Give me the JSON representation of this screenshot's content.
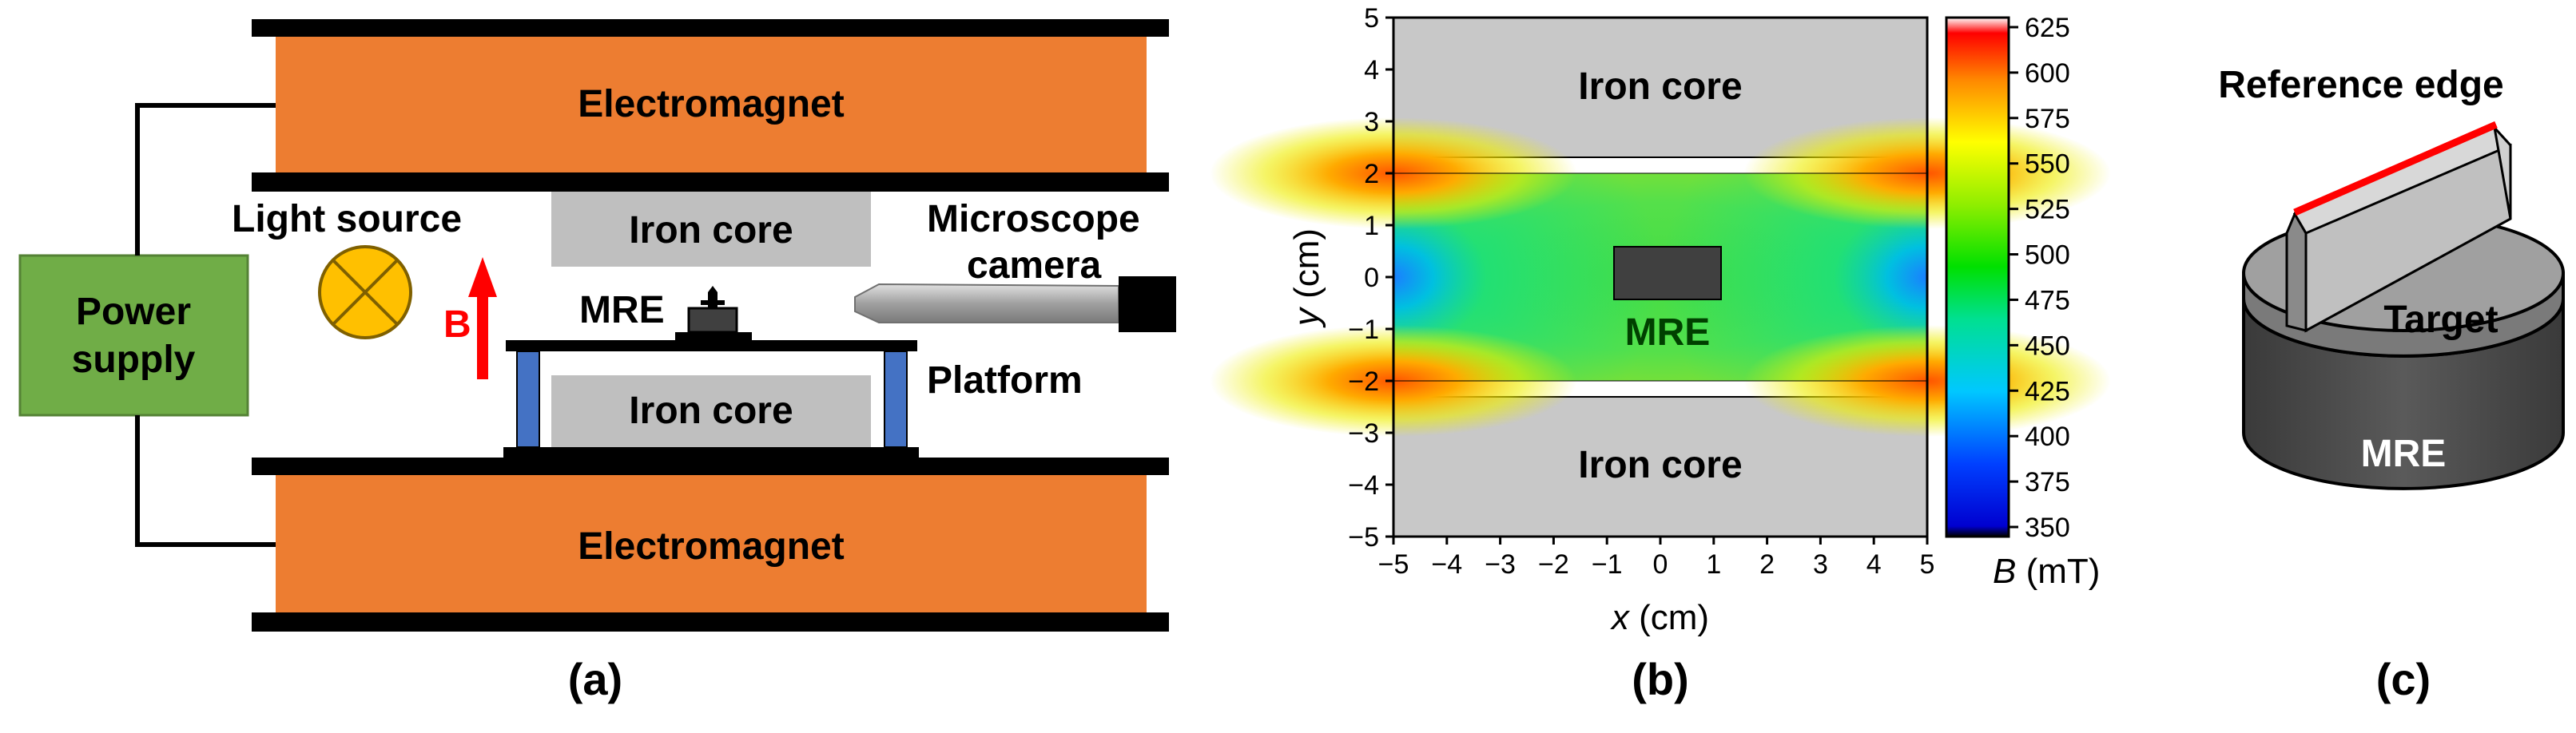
{
  "panel_a": {
    "label": "(a)",
    "electromagnet_top": "Electromagnet",
    "electromagnet_bottom": "Electromagnet",
    "iron_core_top": "Iron core",
    "iron_core_bottom": "Iron core",
    "power_supply_line1": "Power",
    "power_supply_line2": "supply",
    "light_source": "Light source",
    "microscope_line1": "Microscope",
    "microscope_line2": "camera",
    "field_label": "B",
    "mre": "MRE",
    "platform": "Platform"
  },
  "panel_b": {
    "label": "(b)",
    "iron_core_top": "Iron core",
    "iron_core_bottom": "Iron core",
    "mre": "MRE",
    "x_axis_title_var": "x",
    "x_axis_title_unit": " (cm)",
    "y_axis_title_var": "y",
    "y_axis_title_unit": " (cm)",
    "x_ticks": [
      "−5",
      "−4",
      "−3",
      "−2",
      "−1",
      "0",
      "1",
      "2",
      "3",
      "4",
      "5"
    ],
    "y_ticks": [
      "5",
      "4",
      "3",
      "2",
      "1",
      "0",
      "−1",
      "−2",
      "−3",
      "−4",
      "−5"
    ],
    "colorbar_ticks": [
      "625",
      "600",
      "575",
      "550",
      "525",
      "500",
      "475",
      "450",
      "425",
      "400",
      "375",
      "350"
    ],
    "colorbar_title_var": "B",
    "colorbar_title_unit": " (mT)",
    "colors": {
      "iron": "#c8c8c8",
      "mre_block": "#404040"
    }
  },
  "panel_c": {
    "label": "(c)",
    "reference_edge": "Reference edge",
    "target": "Target",
    "mre": "MRE",
    "colors": {
      "edge": "#ff0000"
    }
  },
  "colors": {
    "electromagnet": "#ed7d31",
    "plate": "#000000",
    "iron_core": "#bfbfbf",
    "power_supply": "#70ad47",
    "light_source": "#ffc000",
    "field_arrow": "#ff0000",
    "platform_leg": "#4472c4"
  }
}
